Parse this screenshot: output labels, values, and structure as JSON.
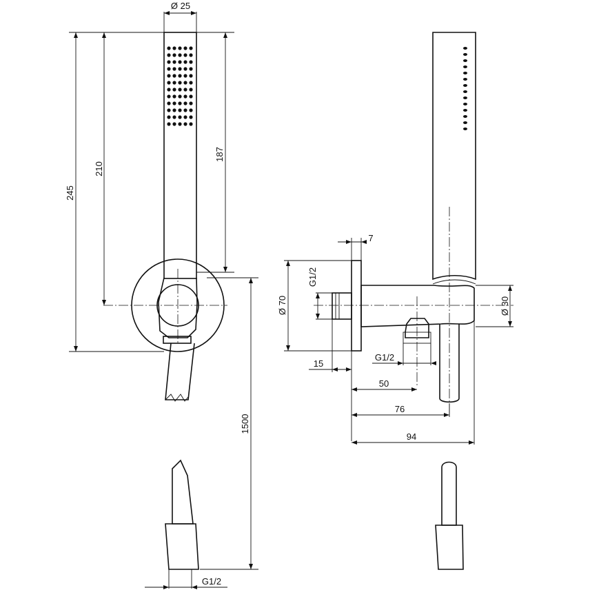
{
  "drawing": {
    "dimensions": {
      "handshower_diameter": "Ø 25",
      "overall_height": "245",
      "height_to_axis": "210",
      "handshower_length": "187",
      "hose_length": "1500",
      "hose_thread_front": "G1/2",
      "flange_thickness": "7",
      "flange_diameter": "Ø 70",
      "inlet_thread": "G1/2",
      "inlet_depth": "15",
      "outlet_thread": "G1/2",
      "outlet_offset": "50",
      "holder_offset": "76",
      "total_projection": "94",
      "body_diameter": "Ø 30"
    }
  }
}
